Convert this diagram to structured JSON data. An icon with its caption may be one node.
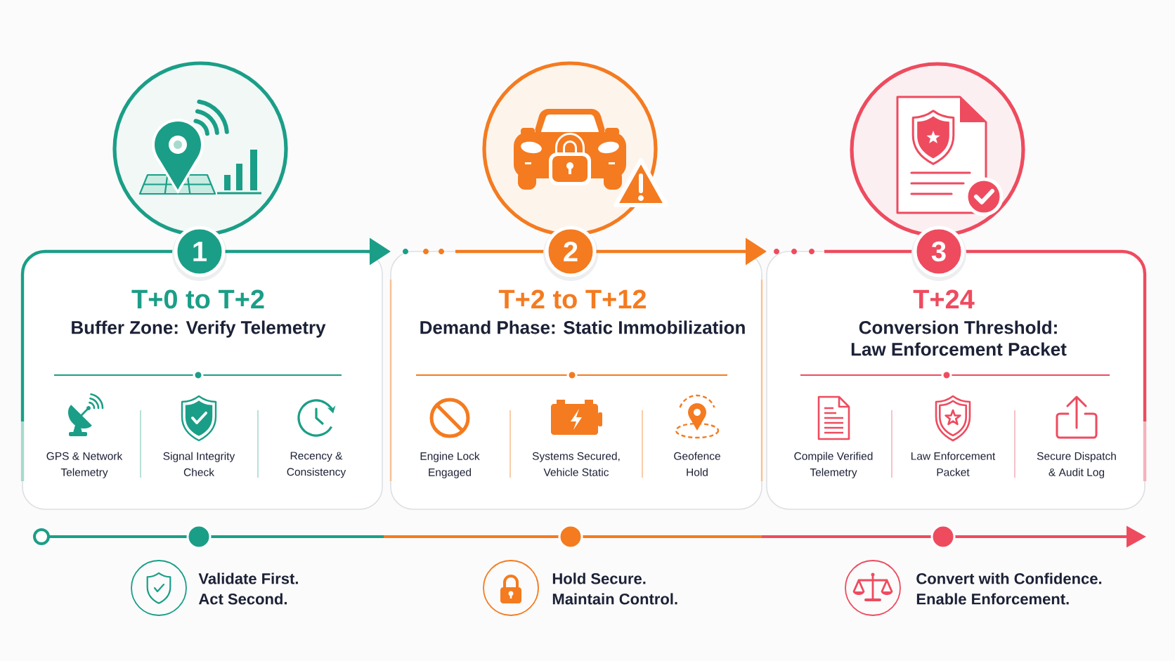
{
  "diagram": {
    "nodes": [
      {
        "text": [
          "T+0 to T+2",
          "Buffer Zone: Verify Telemetry",
          "GPS & Network Telemetry",
          "Signal Integrity Check",
          "Recency & Consistency"
        ]
      },
      {
        "text": [
          "1"
        ]
      },
      {
        "text": [
          "T+2 to T+12",
          "Demand Phase: Static Immobilization",
          "Engine Lock Engaged",
          "Systems Secured, Vehicle Static",
          "Geofence Hold"
        ]
      },
      {
        "text": [
          "2"
        ]
      },
      {
        "text": [
          "T+24",
          "Conversion Threshold: Law Enforcement Packet",
          "Compile Verified Telemetry",
          "Law Enforcement Packet",
          "Secure Dispatch & Audit Log"
        ]
      },
      {
        "text": [
          "3"
        ]
      }
    ],
    "edges": [
      {
        "from": 1,
        "to": 2,
        "arrow": "to",
        "color": "#1b9e87"
      },
      {
        "from": 3,
        "to": 4,
        "arrow": "to",
        "color": "#f47b20"
      }
    ],
    "labels": [
      "Validate First. Act Second.",
      "Hold Secure. Maintain Control.",
      "Convert with Confidence. Enable Enforcement."
    ]
  }
}
